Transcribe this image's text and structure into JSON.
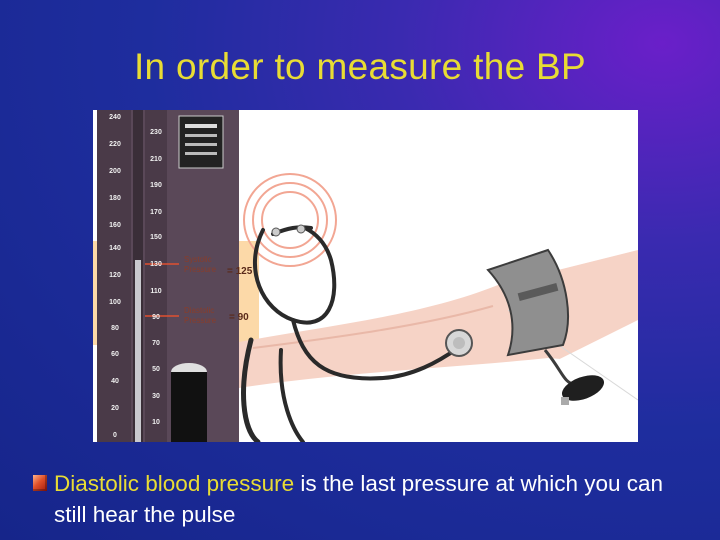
{
  "slide": {
    "title": "In order to measure the BP",
    "bullet_term": "Diastolic blood pressure",
    "bullet_rest": " is the last pressure at which you can still hear the pulse"
  },
  "figure": {
    "left_scale": [
      "240",
      "220",
      "200",
      "180",
      "160",
      "140",
      "120",
      "100",
      "80",
      "60",
      "40",
      "20",
      "0"
    ],
    "right_scale": [
      "230",
      "210",
      "190",
      "170",
      "150",
      "130",
      "110",
      "90",
      "70",
      "50",
      "30",
      "10"
    ],
    "systolic_label_1": "Systolic",
    "systolic_label_2": "Pressure",
    "systolic_value": "= 125",
    "diastolic_label_1": "Diastolic",
    "diastolic_label_2": "Pressure",
    "diastolic_value": "= 90"
  },
  "colors": {
    "title": "#e8dc34",
    "bullet_text": "#ffffff",
    "term": "#e8dc34",
    "bullet_marker": "#d2402a",
    "highlight_band": "#fcd9a8"
  }
}
